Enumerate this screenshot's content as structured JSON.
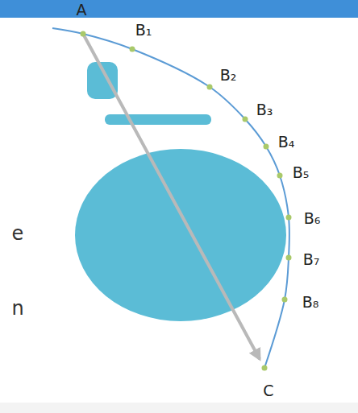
{
  "diagram": {
    "labels": [
      "A",
      "B₁",
      "B₂",
      "B₃",
      "B₄",
      "B₅",
      "B₆",
      "B₇",
      "B₈",
      "C",
      "e",
      "n"
    ]
  }
}
